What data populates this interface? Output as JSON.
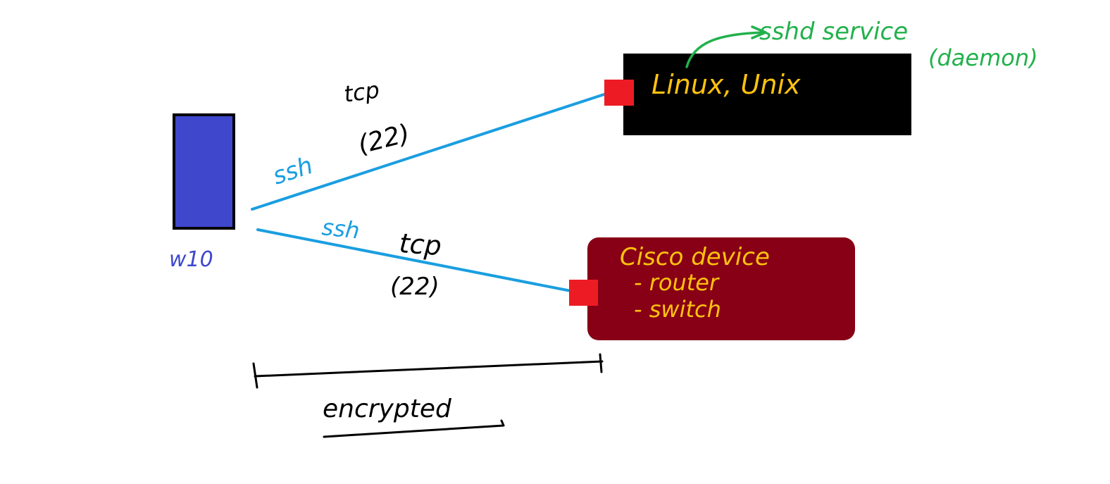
{
  "labels": {
    "client": "w10",
    "upper_link_protocol": "ssh",
    "upper_link_transport": "tcp",
    "upper_link_port": "(22)",
    "lower_link_protocol": "ssh",
    "lower_link_transport": "tcp",
    "lower_link_port": "(22)",
    "linux_box_text": "Linux, Unix",
    "daemon_note_line1": "sshd service",
    "daemon_note_line2": "(daemon)",
    "cisco_title": "Cisco device",
    "cisco_item_1": "- router",
    "cisco_item_2": "- switch",
    "encrypted_label": "encrypted"
  },
  "colors": {
    "background": "#ffffff",
    "client_fill": "#3f48cc",
    "client_label": "#3f48cc",
    "link_line": "#1a9ee0",
    "linux_box_fill": "#000000",
    "cisco_box_fill": "#880015",
    "port_marker": "#ed1c24",
    "box_text": "#ffc20e",
    "daemon_note": "#22b14c",
    "annotation_text": "#000000"
  }
}
